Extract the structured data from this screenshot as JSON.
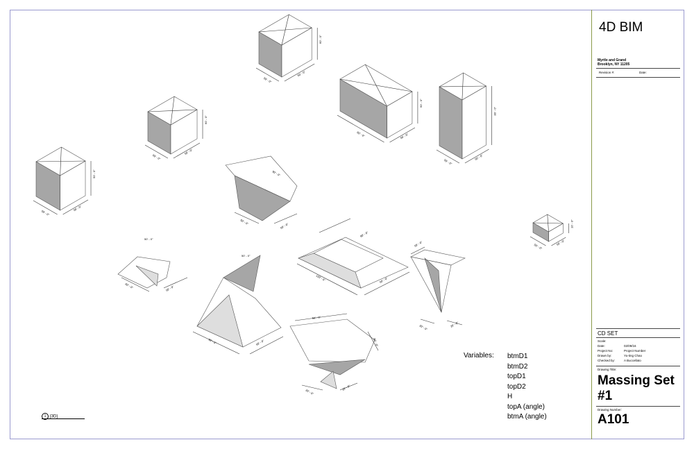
{
  "title_block": {
    "project_title": "4D BIM",
    "address_line1": "Myrtle and Grand",
    "address_line2": "Brooklyn, NY 11205",
    "revision_label": "Revision #:",
    "date_label": "Date:",
    "set_name": "CD SET",
    "fields": [
      {
        "label": "Scale:",
        "value": ""
      },
      {
        "label": "Date:",
        "value": "02/09/16"
      },
      {
        "label": "Project No:",
        "value": "Project Number"
      },
      {
        "label": "Drawn by:",
        "value": "Yu-ting Chao"
      },
      {
        "label": "Checked by:",
        "value": "A Buccellato"
      }
    ],
    "drawing_title_label": "Drawing Title:",
    "drawing_title_line1": "Massing Set",
    "drawing_title_line2": "#1",
    "drawing_number_label": "Drawing Number:",
    "drawing_number": "A101"
  },
  "variables": {
    "label": "Variables:",
    "items": [
      "btmD1",
      "btmD2",
      "topD1",
      "topD2",
      "H",
      "topA (angle)",
      "btmA (angle)"
    ]
  },
  "view_tag": {
    "number": "1",
    "name": "{3D}"
  },
  "dimensions": {
    "d50": "50' - 0\"",
    "d60": "60' - 0\"",
    "d80": "80' - 0\"",
    "d90": "90' - 0\"",
    "d120": "120' - 0\"",
    "d20": "20' - 0\"",
    "d10": "10' - 0\""
  },
  "colors": {
    "border": "#9a9ad0",
    "title_divider": "#8a9a4a",
    "shade": "#a6a6a6",
    "light_shade": "#dedede"
  }
}
